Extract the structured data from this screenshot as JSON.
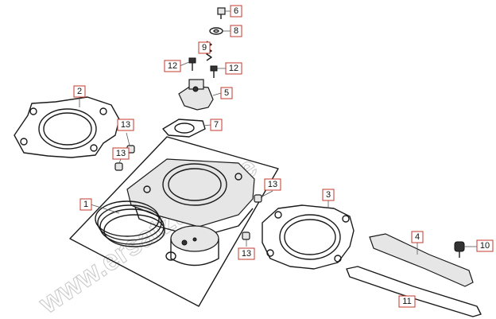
{
  "watermark": "www.ersatzteile.de",
  "accent_color": "#c0392b",
  "callouts": {
    "c1": "1",
    "c2": "2",
    "c3": "3",
    "c4": "4",
    "c5": "5",
    "c6": "6",
    "c7": "7",
    "c8": "8",
    "c9": "9",
    "c10": "10",
    "c11": "11",
    "c12a": "12",
    "c12b": "12",
    "c13a": "13",
    "c13b": "13",
    "c13c": "13",
    "c13d": "13"
  }
}
